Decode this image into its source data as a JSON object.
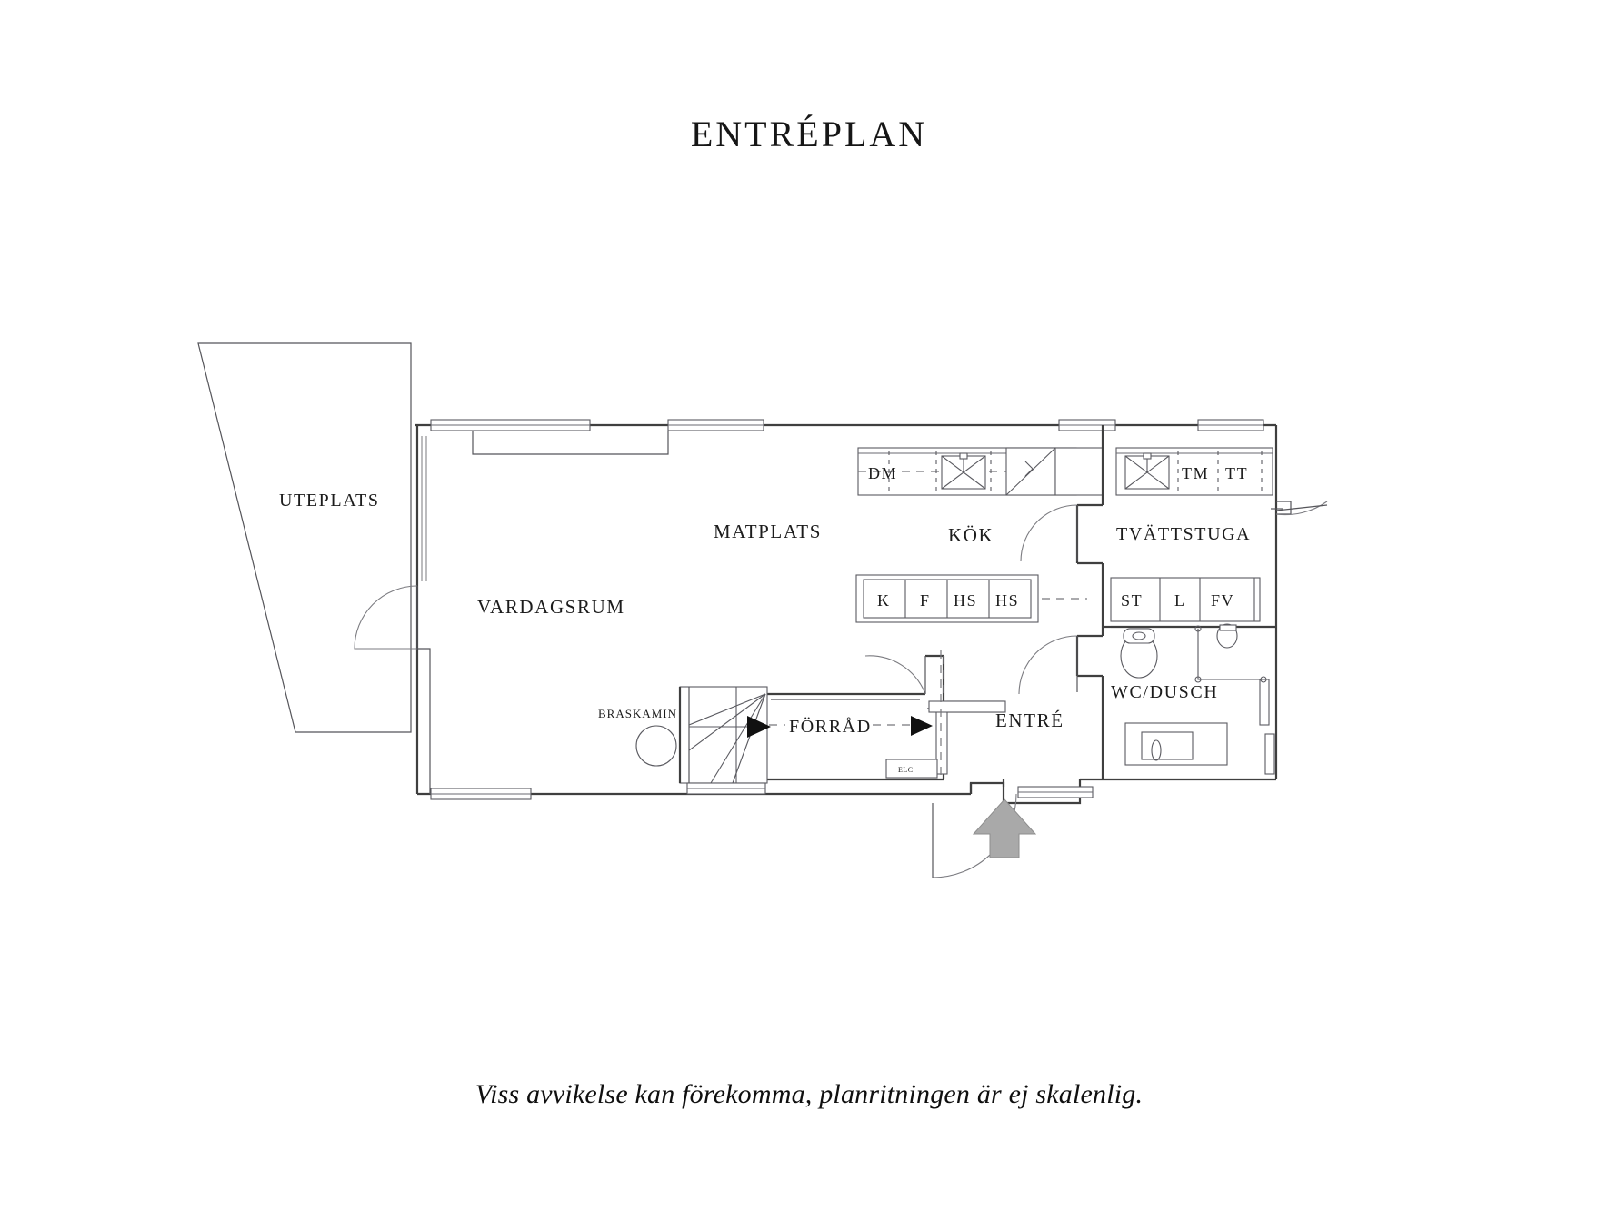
{
  "page": {
    "title": "ENTRÉPLAN",
    "caption": "Viss avvikelse kan förekomma, planritningen är ej skalenlig."
  },
  "rooms": [
    {
      "id": "uteplats",
      "label": "UTEPLATS"
    },
    {
      "id": "vardagsrum",
      "label": "VARDAGSRUM"
    },
    {
      "id": "matplats",
      "label": "MATPLATS"
    },
    {
      "id": "kok",
      "label": "KÖK"
    },
    {
      "id": "tvattstuga",
      "label": "TVÄTTSTUGA"
    },
    {
      "id": "wc_dusch",
      "label": "WC/DUSCH"
    },
    {
      "id": "entre",
      "label": "ENTRÉ"
    },
    {
      "id": "forrad",
      "label": "FÖRRÅD"
    }
  ],
  "fixtures": {
    "braskamin": "BRASKAMIN",
    "elc": "ELC"
  },
  "kitchen_run": {
    "dm": "DM"
  },
  "laundry_run": {
    "tm": "TM",
    "tt": "TT"
  },
  "tall_cabinets": [
    {
      "label": "K"
    },
    {
      "label": "F"
    },
    {
      "label": "HS"
    },
    {
      "label": "HS"
    }
  ],
  "laundry_cabinets": [
    {
      "label": "ST"
    },
    {
      "label": "L"
    },
    {
      "label": "FV"
    }
  ],
  "colors": {
    "wall": "#3f3f3f",
    "fixture": "#5a5a60",
    "entry_arrow": "#a9a9a9",
    "text": "#1a1a1a",
    "background": "#ffffff"
  }
}
